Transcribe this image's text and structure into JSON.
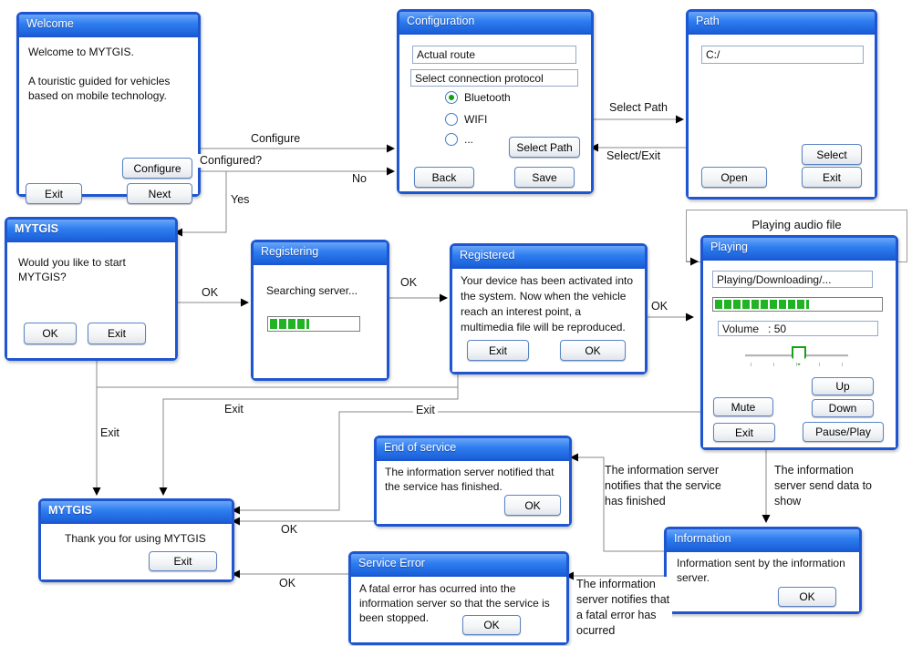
{
  "colors": {
    "window_border_blue": "#1e56d2",
    "titlebar_blue": "#2e7df0",
    "progress_green": "#22b324",
    "connector_gray": "#8a8a8a",
    "radio_selected_green": "#12a012"
  },
  "windows": {
    "welcome": {
      "title": "Welcome",
      "line1": "Welcome to MYTGIS.",
      "line2": "A touristic guided for vehicles based on mobile technology.",
      "configure": "Configure",
      "exit": "Exit",
      "next": "Next"
    },
    "configuration": {
      "title": "Configuration",
      "route": "Actual route",
      "protocol": "Select connection protocol",
      "bluetooth": "Bluetooth",
      "wifi": "WIFI",
      "other": "...",
      "select_path": "Select Path",
      "back": "Back",
      "save": "Save"
    },
    "path": {
      "title": "Path",
      "location": "C:/",
      "select": "Select",
      "open": "Open",
      "exit": "Exit"
    },
    "mytgis_start": {
      "title": "MYTGIS",
      "body": "Would you like to start MYTGIS?",
      "ok": "OK",
      "exit": "Exit"
    },
    "registering": {
      "title": "Registering",
      "body": "Searching server...",
      "progress_percent": 45
    },
    "registered": {
      "title": "Registered",
      "body": "Your device has been activated into the system. Now when the vehicle reach an interest point, a multimedia file will be reproduced.",
      "exit": "Exit",
      "ok": "OK"
    },
    "playing": {
      "title": "Playing",
      "banner": "Playing audio file",
      "status": "Playing/Downloading/...",
      "progress_percent": 57,
      "volume": "Volume   : 50",
      "up": "Up",
      "mute": "Mute",
      "down": "Down",
      "exit": "Exit",
      "pause": "Pause/Play"
    },
    "end_of_service": {
      "title": "End of service",
      "body": "The information server notified that the service has finished.",
      "ok": "OK"
    },
    "mytgis_end": {
      "title": "MYTGIS",
      "body": "Thank you for using MYTGIS",
      "exit": "Exit"
    },
    "service_error": {
      "title": "Service Error",
      "body": "A fatal error has ocurred into the information server so that the service is been stopped.",
      "ok": "OK"
    },
    "information": {
      "title": "Information",
      "body": "Information sent by the information server.",
      "ok": "OK"
    }
  },
  "edges": {
    "configure": "Configure",
    "configured": "Configured?",
    "no": "No",
    "yes": "Yes",
    "select_path": "Select Path",
    "select_exit": "Select/Exit",
    "ok": "OK",
    "exit": "Exit",
    "server_finished": "The information server notifies that the service has finished",
    "server_send": "The information server send data to show",
    "server_error": "The information server notifies that a fatal error has ocurred"
  }
}
